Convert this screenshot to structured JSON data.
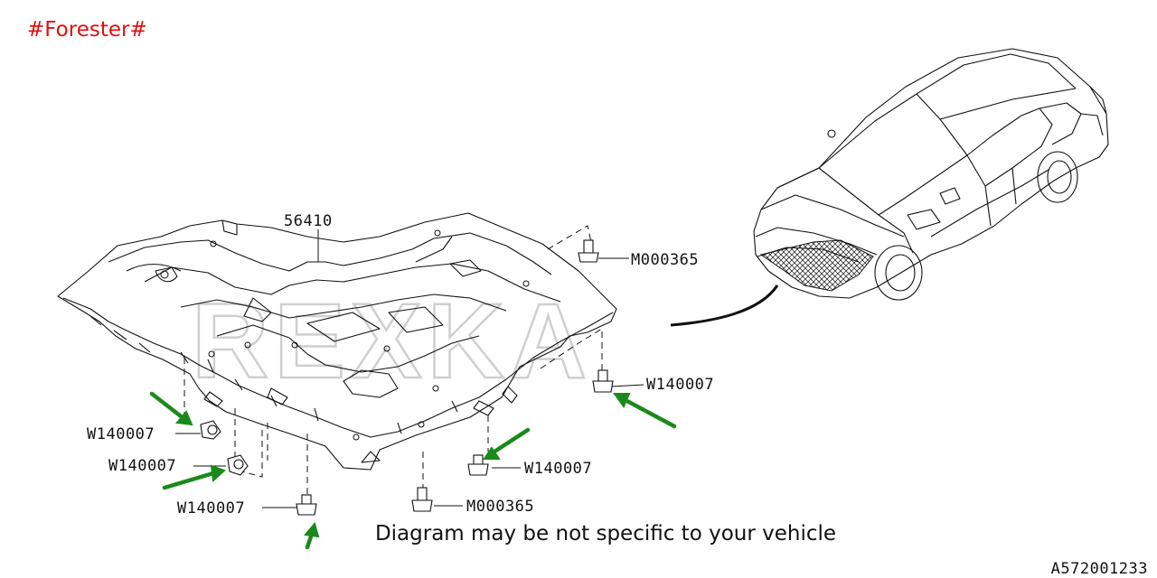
{
  "model_tag": "#Forester#",
  "watermark": "REXKA",
  "disclaimer": "Diagram may be not specific to your vehicle",
  "diagram_code": "A572001233",
  "part_labels": {
    "under_cover": "56410",
    "clip_upper_right": "M000365",
    "bolt_right": "W140007",
    "bolt_left_1": "W140007",
    "bolt_left_2": "W140007",
    "bolt_left_3": "W140007",
    "bolt_center": "W140007",
    "clip_lower_center": "M000365"
  },
  "colors": {
    "model_tag": "#e01010",
    "arrows": "#1a8a1a",
    "line_art": "#111111",
    "watermark": "#cfcfcf"
  },
  "icons": {
    "pointer": "green-arrow-icon",
    "fastener": "bolt-icon",
    "clip": "clip-icon"
  }
}
